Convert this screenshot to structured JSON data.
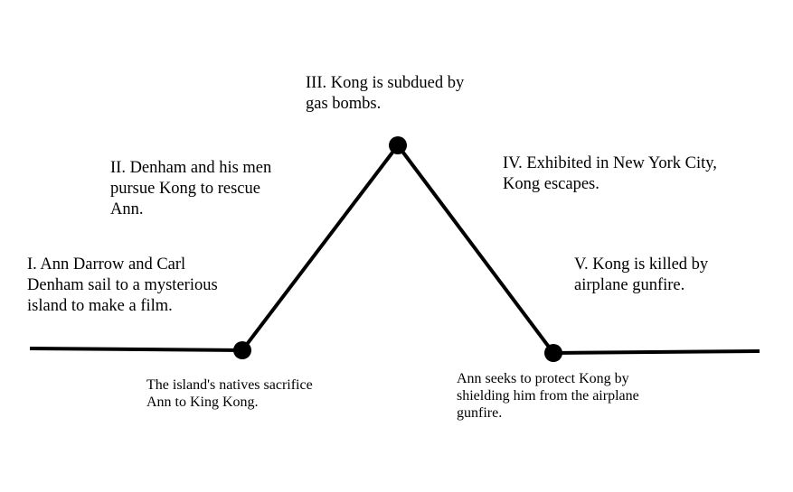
{
  "diagram": {
    "line_color": "#000000",
    "events": [
      {
        "lines": [
          "I. Ann Darrow and Carl",
          "Denham sail to a mysterious",
          "island to make a film."
        ]
      },
      {
        "lines": [
          "II. Denham and his men",
          "pursue Kong to rescue",
          "Ann."
        ]
      },
      {
        "lines": [
          "III. Kong is subdued by",
          "gas bombs."
        ]
      },
      {
        "lines": [
          "IV. Exhibited in New York City,",
          "Kong escapes."
        ]
      },
      {
        "lines": [
          "V. Kong is killed by",
          "airplane gunfire."
        ]
      }
    ],
    "point_notes": [
      {
        "lines": [
          "The island's natives sacrifice",
          "Ann to King Kong."
        ]
      },
      {
        "lines": [
          "Ann seeks to protect Kong by",
          "shielding him from the airplane",
          "gunfire."
        ]
      }
    ]
  }
}
